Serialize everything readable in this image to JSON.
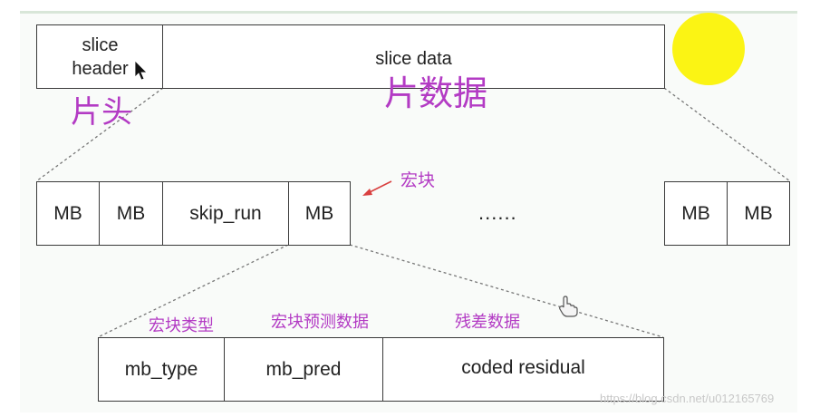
{
  "top_row": {
    "slice_header_label": "slice\nheader",
    "slice_data_label": "slice data",
    "slice_header_annotation": "片头",
    "slice_data_annotation": "片数据"
  },
  "mb_row": {
    "cells": [
      "MB",
      "MB",
      "skip_run",
      "MB"
    ],
    "right_cells": [
      "MB",
      "MB"
    ],
    "ellipsis": "......",
    "mb_annotation": "宏块"
  },
  "mb_detail": {
    "cells": [
      "mb_type",
      "mb_pred",
      "coded residual"
    ],
    "annotations": [
      "宏块类型",
      "宏块预测数据",
      "残差数据"
    ]
  },
  "watermark": "https://blog.csdn.net/u012165769",
  "colors": {
    "annotation": "#b33bc4",
    "arrow": "#d94040",
    "sun": "#fbf414",
    "border": "#3a3a3a"
  },
  "icons": [
    "mouse-pointer-icon",
    "hand-cursor-icon"
  ]
}
